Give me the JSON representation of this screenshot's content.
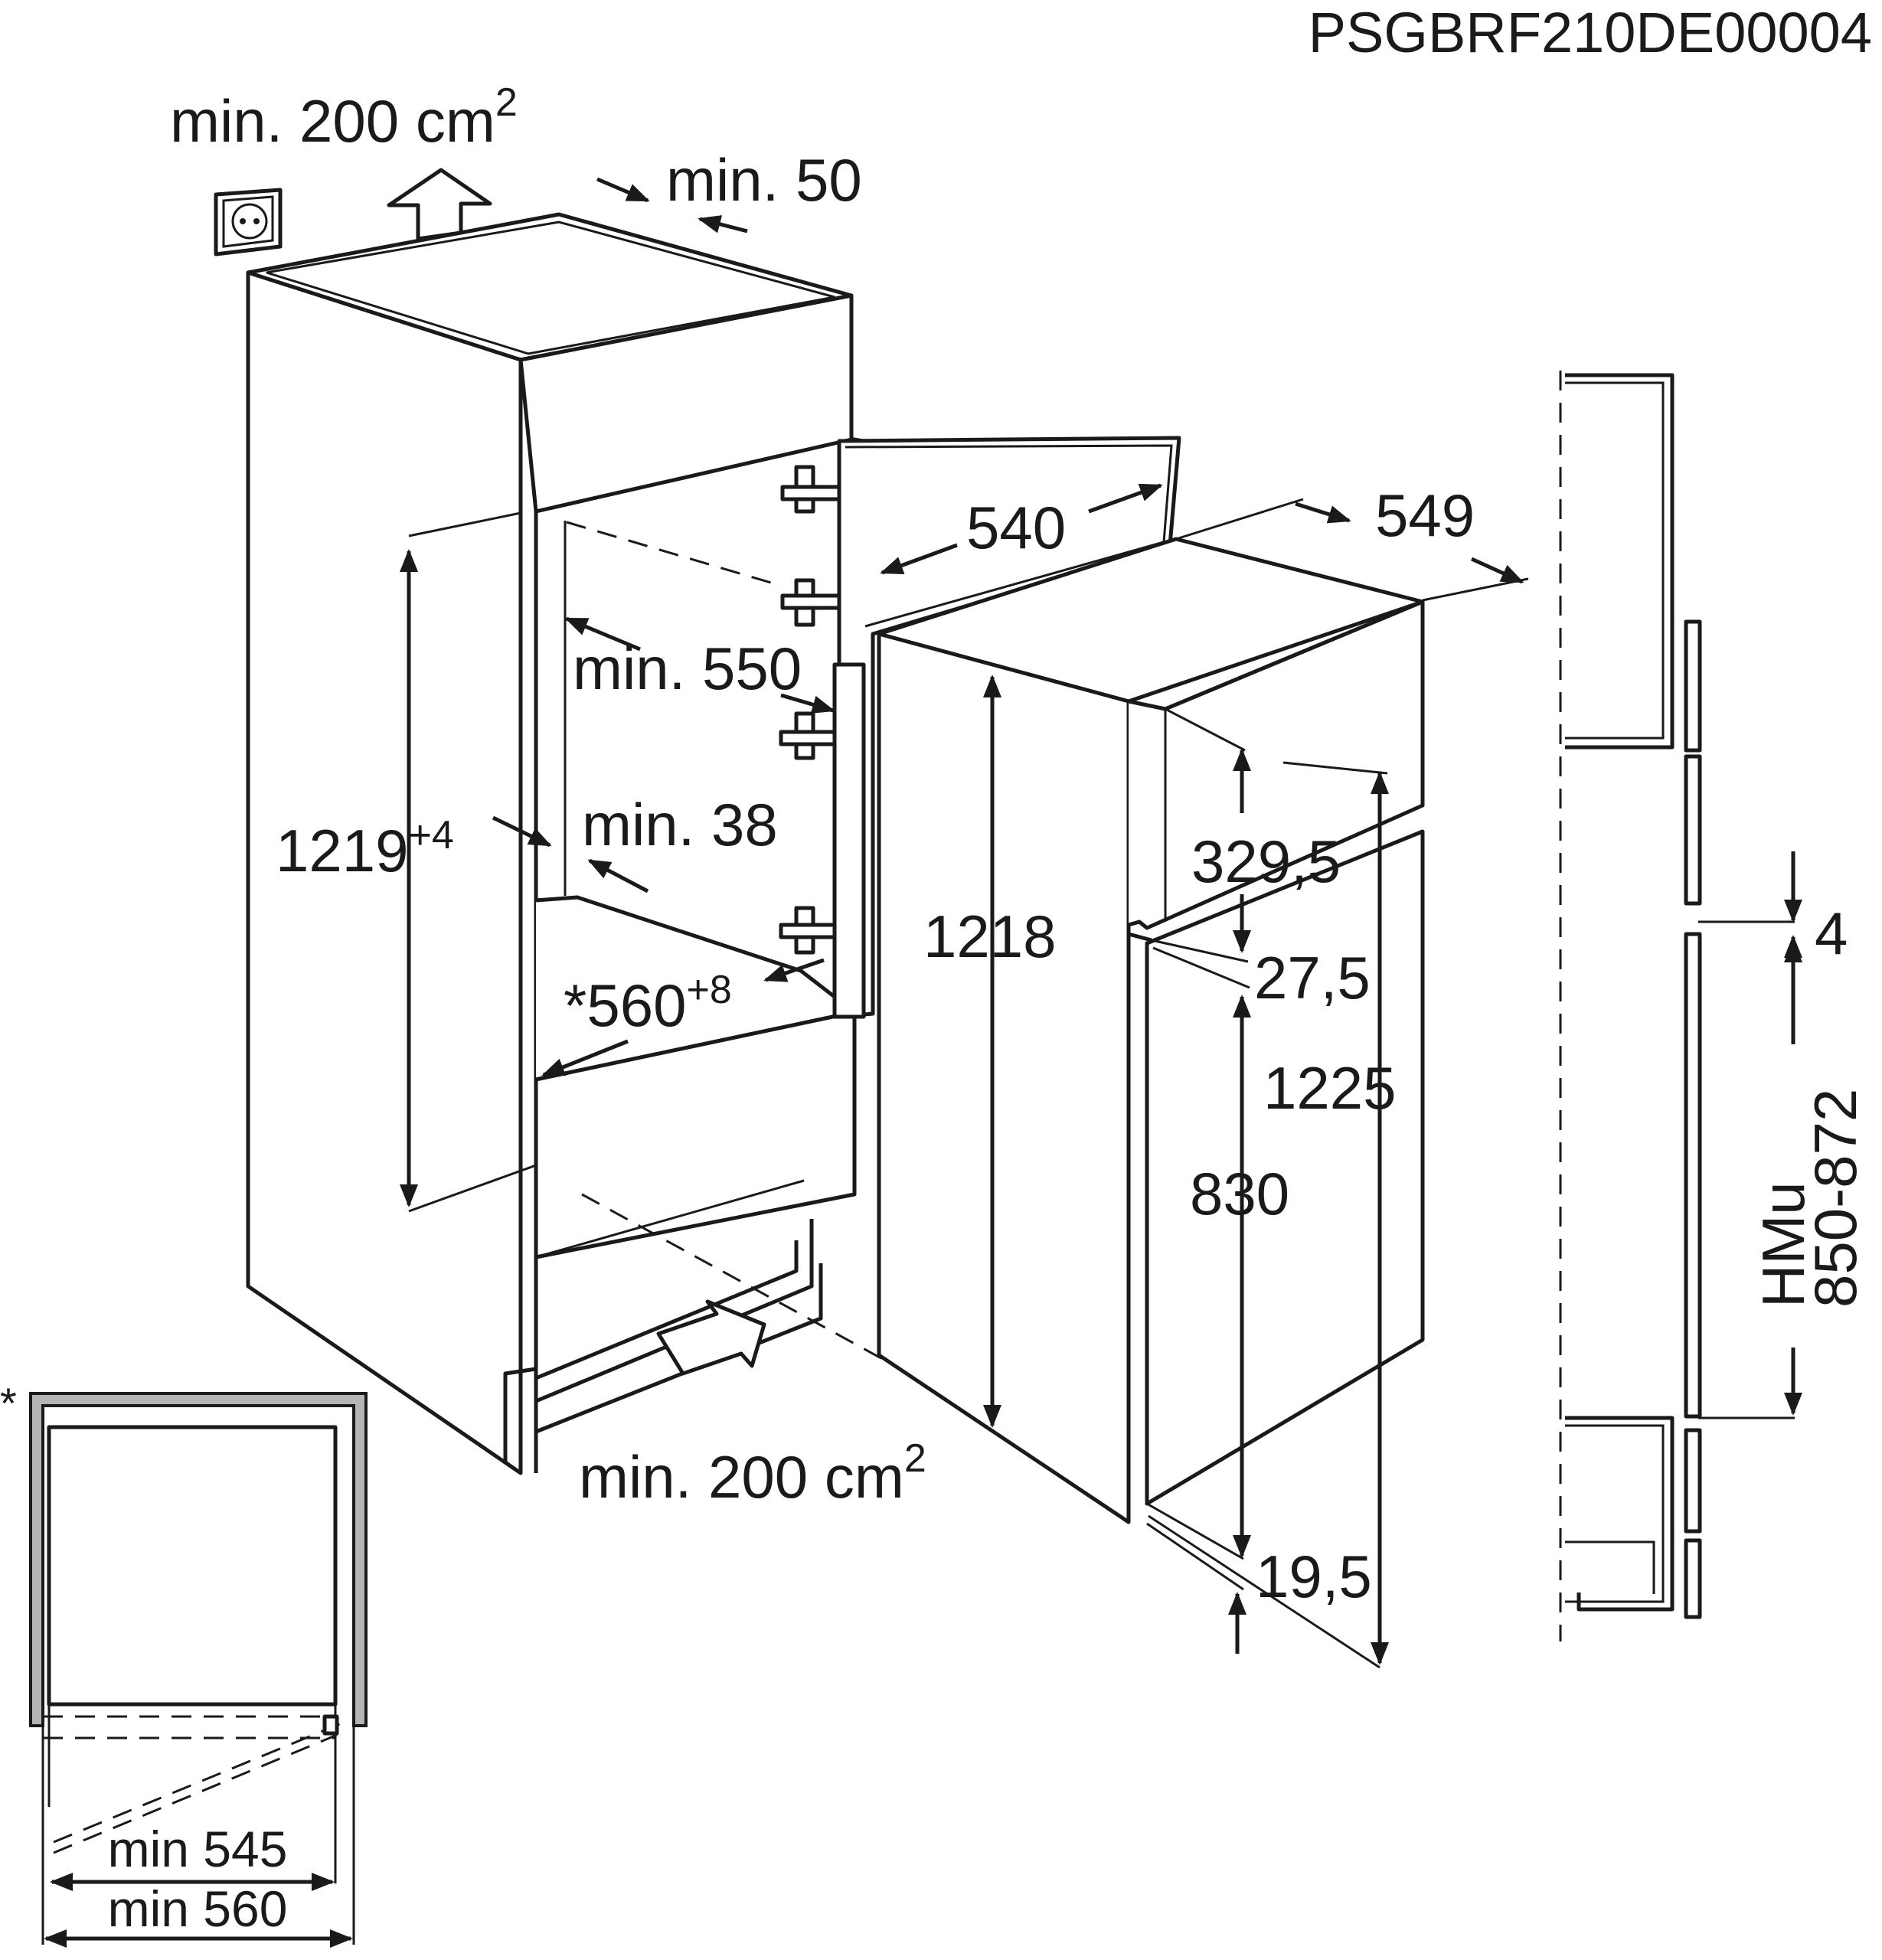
{
  "document_code": "PSGBRF210DE00004",
  "ventilation_top": {
    "label": "min. 200 cm",
    "sup": "2"
  },
  "ventilation_bottom": {
    "label": "min. 200 cm",
    "sup": "2"
  },
  "gap_top": "min. 50",
  "niche_height": {
    "value": "1219",
    "tolerance": "+4"
  },
  "niche_depth": "min. 550",
  "side_gap": "min. 38",
  "niche_width": {
    "prefix": "*",
    "value": "560",
    "tolerance": "+8"
  },
  "appliance_width": "540",
  "appliance_depth": "549",
  "appliance_height": "1218",
  "upper_door_height": "329,5",
  "door_gap": "27,5",
  "total_height": "1225",
  "lower_door_height": "830",
  "bottom_offset": "19,5",
  "side_panel": {
    "gap": "4",
    "label": "HMu",
    "range": "850-872"
  },
  "footnote_marker": "*",
  "section_widths": [
    "min 545",
    "min 560"
  ]
}
